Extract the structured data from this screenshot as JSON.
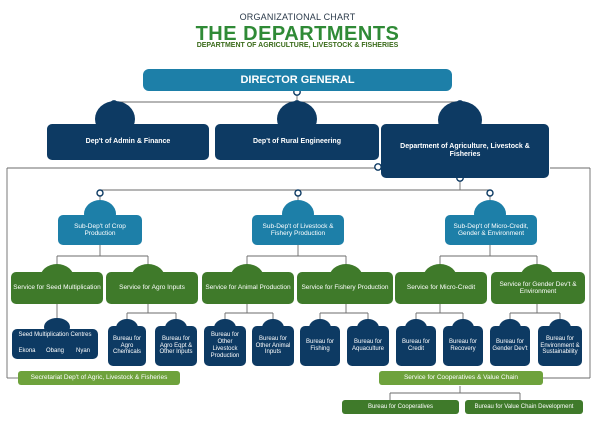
{
  "header": {
    "subtitle": "ORGANIZATIONAL CHART",
    "title": "THE DEPARTMENTS",
    "department": "DEPARTMENT OF AGRICULTURE, LIVESTOCK & FISHERIES"
  },
  "director": "DIRECTOR GENERAL",
  "departments": {
    "admin": "Dep't of Admin & Finance",
    "rural": "Dep't of Rural Engineering",
    "agri": "Department of Agriculture, Livestock & Fisheries"
  },
  "subdepts": {
    "crop": "Sub-Dep't of Crop Production",
    "livestock": "Sub-Dep't of Livestock & Fishery Production",
    "microcredit": "Sub-Dep't of Micro-Credit, Gender & Environment"
  },
  "services": {
    "seed": "Service for Seed Multiplication",
    "agro_inputs": "Service for Agro Inputs",
    "animal": "Service for Animal Production",
    "fishery": "Service for Fishery Production",
    "micro_credit": "Service for Micro-Credit",
    "gender": "Service for Gender Dev't & Environment"
  },
  "seed_centres": {
    "title": "Seed Multiplication Centres",
    "items": [
      "Ekona",
      "Obang",
      "Nyan"
    ]
  },
  "bureaus": {
    "agro_chemicals": "Bureau for Agro Chemicals",
    "agro_eqpt": "Bureau for Agro Eqpt & Other Inputs",
    "other_livestock": "Bureau for Other Livestock Production",
    "other_animal": "Bureau for Other Animal Inputs",
    "fishing": "Bureau for Fishing",
    "aquaculture": "Bureau for Aquaculture",
    "credit": "Bureau for Credit",
    "recovery": "Bureau for Recovery",
    "gender_devt": "Bureau for Gender Dev't",
    "environment": "Bureau for Environment & Sustainability"
  },
  "secretariat": "Secretariat Dep't of Agric, Livestock & Fisheries",
  "cooperatives_service": "Service for Cooperatives & Value Chain",
  "cooperatives_bureaus": {
    "cooperatives": "Bureau for Cooperatives",
    "value_chain": "Bureau for Value Chain Development"
  },
  "colors": {
    "dark_navy": "#0d3a63",
    "navy": "#154d7a",
    "teal": "#1d7fa8",
    "cyan": "#2690b8",
    "green": "#6ea23c",
    "title_green": "#2f8a36"
  }
}
